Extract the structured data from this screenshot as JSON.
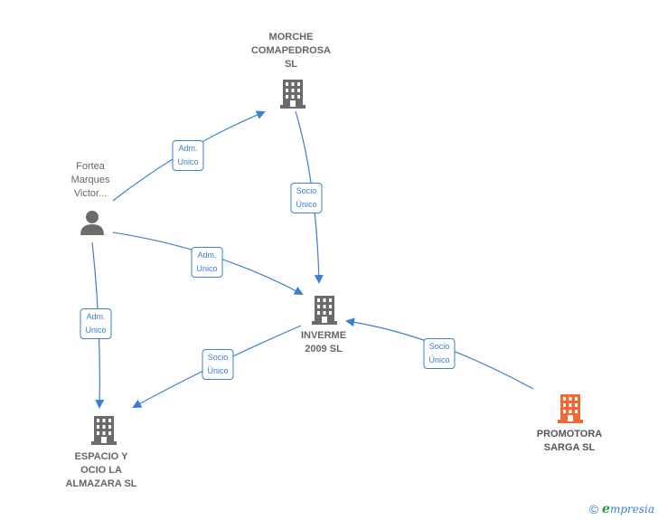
{
  "nodes": {
    "morche": {
      "label": "MORCHE\nCOMAPEDROSA\nSL",
      "icon": "building-icon",
      "color": "#6b6b6b"
    },
    "person": {
      "label": "Fortea\nMarques\nVictor...",
      "icon": "person-icon",
      "color": "#6b6b6b"
    },
    "inverme": {
      "label": "INVERME\n2009 SL",
      "icon": "building-icon",
      "color": "#6b6b6b"
    },
    "espacio": {
      "label": "ESPACIO Y\nOCIO LA\nALMAZARA SL",
      "icon": "building-icon",
      "color": "#6b6b6b"
    },
    "promotora": {
      "label": "PROMOTORA\nSARGA SL",
      "icon": "building-icon",
      "color": "#f06a35"
    }
  },
  "edges": {
    "person_morche": "Adm.\nUnico",
    "morche_inverme": "Socio\nÚnico",
    "person_inverme": "Adm.\nUnico",
    "person_espacio": "Adm.\nUnico",
    "inverme_espacio": "Socio\nÚnico",
    "promotora_inverme": "Socio\nÚnico"
  },
  "colors": {
    "edge": "#3a7fd0",
    "node": "#6b6b6b",
    "highlight": "#f06a35"
  },
  "footer": {
    "copyright_symbol": "©",
    "brand_initial": "e",
    "brand_rest": "mpresia"
  }
}
